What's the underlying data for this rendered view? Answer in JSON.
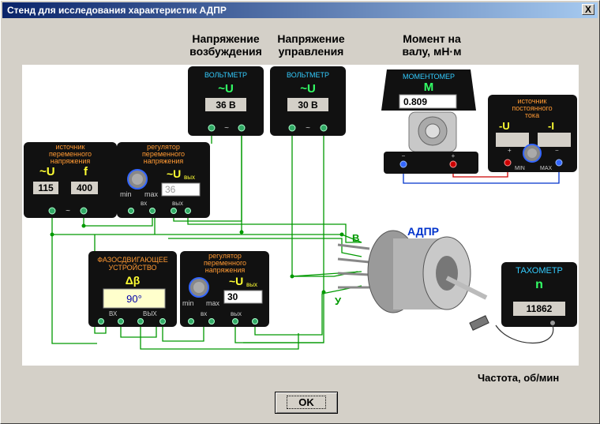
{
  "window": {
    "title": "Стенд для исследования характеристик АДПР",
    "close_label": "X"
  },
  "headers": {
    "excitation_line1": "Напряжение",
    "excitation_line2": "возбуждения",
    "control_line1": "Напряжение",
    "control_line2": "управления",
    "torque_line1": "Момент на",
    "torque_line2": "валу, мН·м",
    "frequency": "Частота, об/мин"
  },
  "ac_source": {
    "title_line1": "источник",
    "title_line2": "переменного",
    "title_line3": "напряжения",
    "u_symbol": "~U",
    "f_symbol": "f",
    "u_value": "115",
    "f_value": "400"
  },
  "regulator_top": {
    "title_line1": "регулятор",
    "title_line2": "переменного",
    "title_line3": "напряжения",
    "u_symbol": "~U",
    "u_sub": "вых",
    "value": "36",
    "min": "min",
    "max": "max",
    "in": "вх",
    "out": "вых"
  },
  "voltmeter_1": {
    "title": "ВОЛЬТМЕТР",
    "symbol": "~U",
    "value": "36 В"
  },
  "voltmeter_2": {
    "title": "ВОЛЬТМЕТР",
    "symbol": "~U",
    "value": "30 В"
  },
  "torque_meter": {
    "title": "МОМЕНТОМЕР",
    "symbol": "M",
    "value": "0.809"
  },
  "dc_source": {
    "title_line1": "источник",
    "title_line2": "постоянного",
    "title_line3": "тока",
    "u_symbol": "-U",
    "i_symbol": "-I",
    "min": "MIN",
    "max": "MAX"
  },
  "phase_shifter": {
    "title_line1": "ФАЗОСДВИГАЮЩЕЕ",
    "title_line2": "УСТРОЙСТВО",
    "symbol": "Δβ",
    "value": "90°",
    "in": "ВХ",
    "out": "ВЫХ"
  },
  "regulator_bottom": {
    "title_line1": "регулятор",
    "title_line2": "переменного",
    "title_line3": "напряжения",
    "u_symbol": "~U",
    "u_sub": "вых",
    "value": "30",
    "min": "min",
    "max": "max",
    "in": "вх",
    "out": "вых"
  },
  "motor": {
    "label": "АДПР",
    "lead_b": "В",
    "lead_u": "У"
  },
  "tachometer": {
    "title": "ТАХОМЕТР",
    "symbol": "n",
    "value": "11862"
  },
  "ok_button": {
    "label": "OK"
  },
  "colors": {
    "panel": "#111111",
    "wire": "#009900",
    "label_orange": "#ff9933",
    "label_yellow": "#ffff33",
    "accent_green": "#33ff66",
    "motor_label": "#0033cc"
  }
}
